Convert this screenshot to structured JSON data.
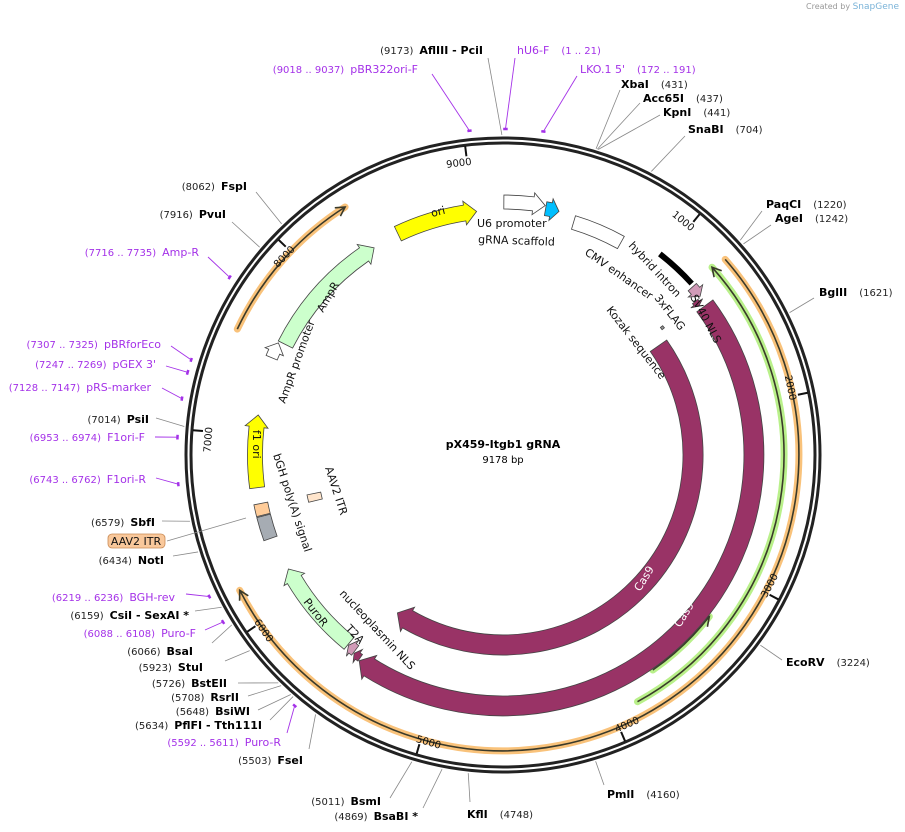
{
  "logo": {
    "prefix": "Created by",
    "brand": "SnapGene"
  },
  "plasmid": {
    "name": "pX459-Itgb1 gRNA",
    "length_label": "9178 bp",
    "length": 9178
  },
  "ticks": [
    "1000",
    "2000",
    "3000",
    "4000",
    "5000",
    "6000",
    "7000",
    "8000",
    "9000"
  ],
  "sites": [
    {
      "name": "AflIII  - PciI",
      "pos": "(9173)"
    },
    {
      "name": "XbaI",
      "pos": "(431)"
    },
    {
      "name": "Acc65I",
      "pos": "(437)"
    },
    {
      "name": "KpnI",
      "pos": "(441)"
    },
    {
      "name": "SnaBI",
      "pos": "(704)"
    },
    {
      "name": "PaqCI",
      "pos": "(1220)"
    },
    {
      "name": "AgeI",
      "pos": "(1242)"
    },
    {
      "name": "BglII",
      "pos": "(1621)"
    },
    {
      "name": "EcoRV",
      "pos": "(3224)"
    },
    {
      "name": "PmlI",
      "pos": "(4160)"
    },
    {
      "name": "KflI",
      "pos": "(4748)"
    },
    {
      "name": "BsaBI *",
      "pos": "(4869)"
    },
    {
      "name": "BsmI",
      "pos": "(5011)"
    },
    {
      "name": "FseI",
      "pos": "(5503)"
    },
    {
      "name": "PflFI  - Tth111I",
      "pos": "(5634)"
    },
    {
      "name": "BsiWI",
      "pos": "(5648)"
    },
    {
      "name": "RsrII",
      "pos": "(5708)"
    },
    {
      "name": "BstEII",
      "pos": "(5726)"
    },
    {
      "name": "StuI",
      "pos": "(5923)"
    },
    {
      "name": "BsaI",
      "pos": "(6066)"
    },
    {
      "name": "CsiI  - SexAI *",
      "pos": "(6159)"
    },
    {
      "name": "NotI",
      "pos": "(6434)"
    },
    {
      "name": "SbfI",
      "pos": "(6579)"
    },
    {
      "name": "PsiI",
      "pos": "(7014)"
    },
    {
      "name": "PvuI",
      "pos": "(7916)"
    },
    {
      "name": "FspI",
      "pos": "(8062)"
    }
  ],
  "primers": [
    {
      "name": "pBR322ori-F",
      "range": "(9018 .. 9037)"
    },
    {
      "name": "hU6-F",
      "range": "(1 .. 21)"
    },
    {
      "name": "LKO.1 5'",
      "range": "(172 .. 191)"
    },
    {
      "name": "Amp-R",
      "range": "(7716 .. 7735)"
    },
    {
      "name": "pBRforEco",
      "range": "(7307 .. 7325)"
    },
    {
      "name": "pGEX 3'",
      "range": "(7247 .. 7269)"
    },
    {
      "name": "pRS-marker",
      "range": "(7128 .. 7147)"
    },
    {
      "name": "F1ori-F",
      "range": "(6953 .. 6974)"
    },
    {
      "name": "F1ori-R",
      "range": "(6743 .. 6762)"
    },
    {
      "name": "BGH-rev",
      "range": "(6219 .. 6236)"
    },
    {
      "name": "Puro-F",
      "range": "(6088 .. 6108)"
    },
    {
      "name": "Puro-R",
      "range": "(5592 .. 5611)"
    }
  ],
  "features": [
    {
      "label": "ori",
      "start": 8530,
      "end": 9020,
      "dir": "cw",
      "color": "#ffff00"
    },
    {
      "label": "U6 promoter",
      "start": 5,
      "end": 245,
      "dir": "cw",
      "color": "#ffffff"
    },
    {
      "label": "gRNA scaffold",
      "start": 250,
      "end": 330,
      "dir": "cw",
      "color": "#00bfff"
    },
    {
      "label": "CMV enhancer",
      "start": 430,
      "end": 740,
      "dir": "none",
      "color": "#ffffff"
    },
    {
      "label": "hybrid intron",
      "start": 970,
      "end": 1215,
      "dir": "none",
      "color": "#000000"
    },
    {
      "label": "3xFLAG",
      "start": 1235,
      "end": 1305,
      "dir": "cw",
      "color": "#d19bb8"
    },
    {
      "label": "SV40 NLS",
      "start": 1310,
      "end": 1345,
      "dir": "cw",
      "color": "#993366"
    },
    {
      "label": "Kozak sequence",
      "start": 1300,
      "end": 1320,
      "dir": "none",
      "color": "#999999"
    },
    {
      "label": "Cas9",
      "start": 1365,
      "end": 5480,
      "dir": "cw",
      "color": "#993366"
    },
    {
      "label": "Cas9",
      "start": 1400,
      "end": 5450,
      "dir": "cw",
      "color": "#993366"
    },
    {
      "label": "nucleoplasmin NLS",
      "start": 5485,
      "end": 5530,
      "dir": "cw",
      "color": "#993366"
    },
    {
      "label": "T2A",
      "start": 5535,
      "end": 5585,
      "dir": "cw",
      "color": "#d19bb8"
    },
    {
      "label": "PuroR",
      "start": 5590,
      "end": 6170,
      "dir": "cw",
      "color": "#ccffcc"
    },
    {
      "label": "bGH poly(A) signal",
      "start": 6380,
      "end": 6520,
      "dir": "none",
      "color": "#a6acb3"
    },
    {
      "label": "AAV2 ITR",
      "start": 6525,
      "end": 6595,
      "dir": "none",
      "color": "#ffcc99"
    },
    {
      "label": "AAV2 ITR",
      "start": 6535,
      "end": 6590,
      "dir": "none",
      "color": "#ffe5cc"
    },
    {
      "label": "f1 ori",
      "start": 6690,
      "end": 7120,
      "dir": "cw",
      "color": "#ffff00"
    },
    {
      "label": "AmpR promoter",
      "start": 7465,
      "end": 7560,
      "dir": "cw",
      "color": "#ffffff"
    },
    {
      "label": "AmpR",
      "start": 7570,
      "end": 8365,
      "dir": "cw",
      "color": "#ccffcc"
    }
  ],
  "highlights": [
    {
      "start": 1240,
      "end": 6190,
      "dir": "cw",
      "color": "#f9c27a"
    },
    {
      "start": 7530,
      "end": 8350,
      "dir": "cw",
      "color": "#f9c27a"
    },
    {
      "start": 1225,
      "end": 3860,
      "dir": "ccw",
      "color": "#b9f08a"
    },
    {
      "start": 3265,
      "end": 3700,
      "dir": "ccw",
      "color": "#b9f08a"
    }
  ],
  "callout": {
    "label": "AAV2 ITR",
    "color": "#f9c89b"
  }
}
